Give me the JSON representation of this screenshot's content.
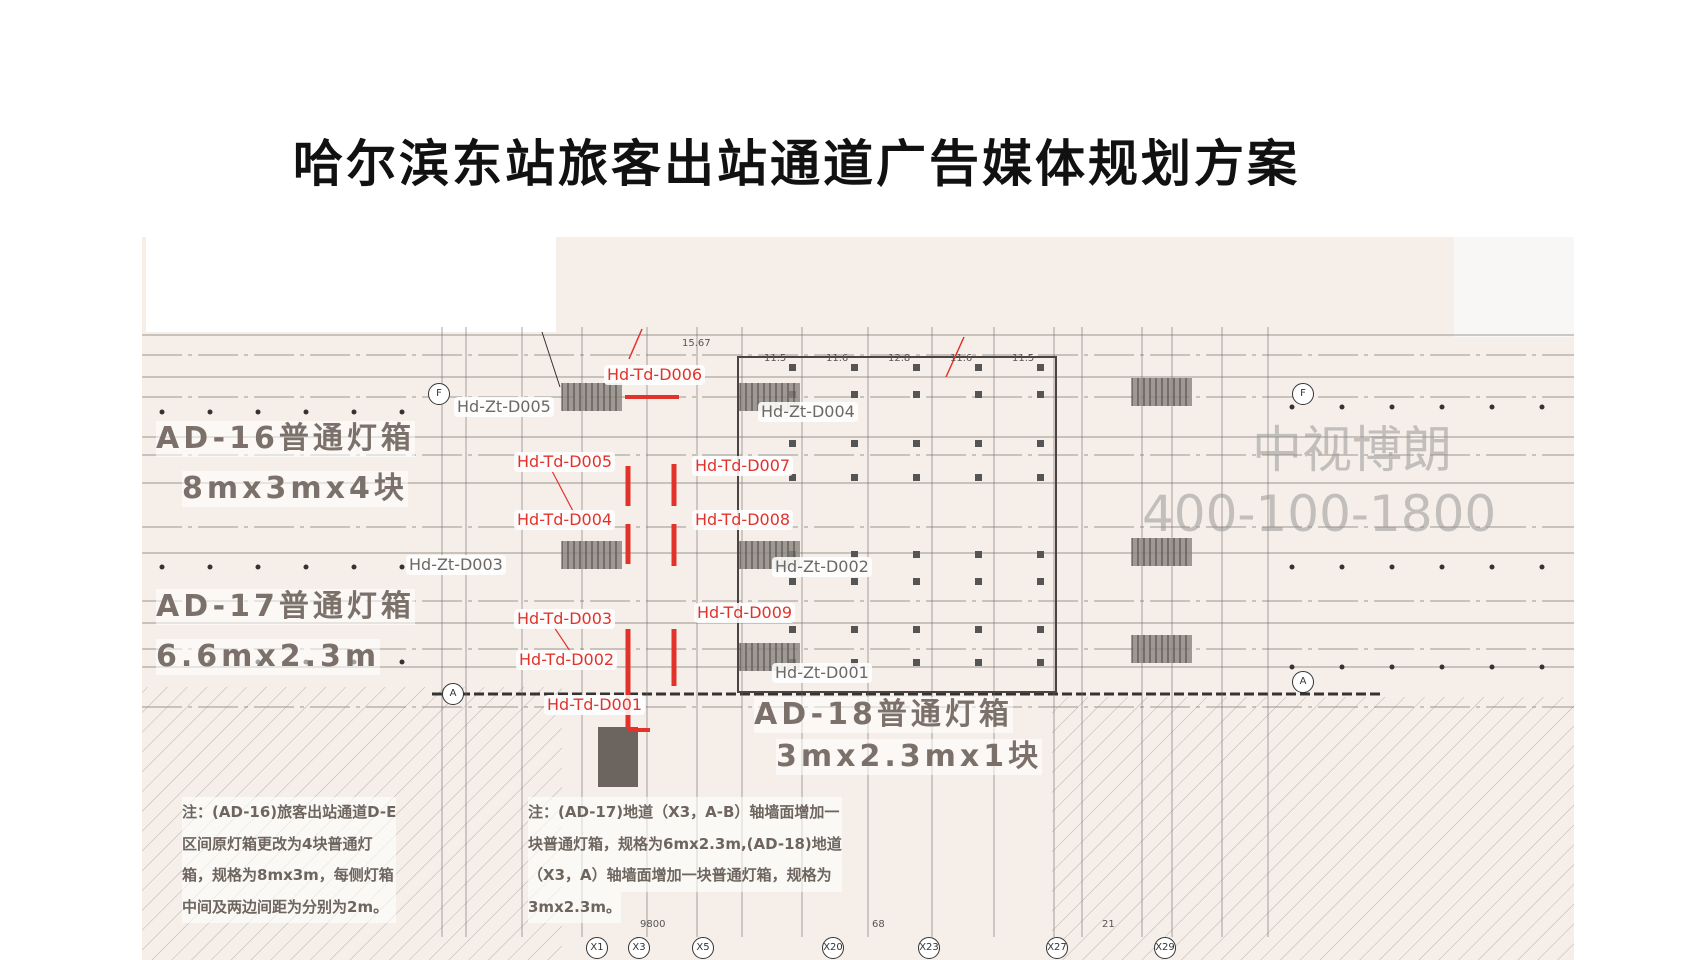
{
  "title": "哈尔滨东站旅客出站通道广告媒体规划方案",
  "colors": {
    "accent_red": "#e2332b",
    "label_gray": "#6d6863",
    "paper": "#f6efe9"
  },
  "labels": {
    "td": [
      "Hd-Td-D001",
      "Hd-Td-D002",
      "Hd-Td-D003",
      "Hd-Td-D004",
      "Hd-Td-D005",
      "Hd-Td-D006",
      "Hd-Td-D007",
      "Hd-Td-D008",
      "Hd-Td-D009"
    ],
    "zt": [
      "Hd-Zt-D001",
      "Hd-Zt-D002",
      "Hd-Zt-D003",
      "Hd-Zt-D004",
      "Hd-Zt-D005"
    ]
  },
  "ad": {
    "ad16_name": "AD-16普通灯箱",
    "ad16_spec": "8mx3mx4块",
    "ad17_name": "AD-17普通灯箱",
    "ad17_spec": "6.6mx2.3m",
    "ad18_name": "AD-18普通灯箱",
    "ad18_spec": "3mx2.3mx1块"
  },
  "watermark": {
    "name": "中视博朗",
    "phone": "400-100-1800"
  },
  "notes": {
    "note1": [
      "注：(AD-16)旅客出站通道D-E",
      "区间原灯箱更改为4块普通灯",
      "箱，规格为8mx3m，每侧灯箱",
      "中间及两边间距为分别为2m。"
    ],
    "note2": [
      "注：(AD-17)地道（X3，A-B）轴墙面增加一",
      "块普通灯箱，规格为6mx2.3m,(AD-18)地道",
      "（X3，A）轴墙面增加一块普通灯箱，规格为",
      "3mx2.3m。"
    ]
  },
  "dimensions": {
    "top": [
      "15.67",
      "11.5",
      "11.6",
      "12.8",
      "11.6",
      "11.5"
    ],
    "bottom": [
      "9800",
      "68",
      "21"
    ]
  },
  "axes": {
    "rows": [
      "F",
      "A",
      "F",
      "A"
    ],
    "cols": [
      "X1",
      "X3",
      "X5",
      "X20",
      "X23",
      "X27",
      "X29"
    ]
  }
}
